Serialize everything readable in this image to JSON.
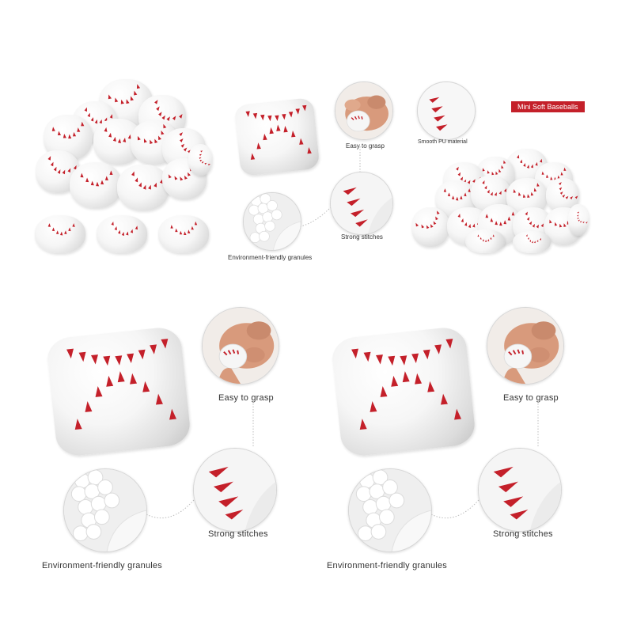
{
  "banner": {
    "title": "Mini Soft Baseballs"
  },
  "top_panel": {
    "features": {
      "grasp": "Easy to grasp",
      "material": "Smooth PU material",
      "stitches": "Strong stitches",
      "granules": "Environment-friendly granules"
    }
  },
  "bottom_left_panel": {
    "features": {
      "grasp": "Easy to grasp",
      "stitches": "Strong stitches",
      "granules": "Environment-friendly granules"
    }
  },
  "bottom_right_panel": {
    "features": {
      "grasp": "Easy to grasp",
      "stitches": "Strong stitches",
      "granules": "Environment-friendly granules"
    }
  },
  "colors": {
    "stitch_red": "#c4202a",
    "ball_white": "#f7f7f7",
    "badge_red": "#c4202a",
    "skin": "#d89a7c"
  }
}
